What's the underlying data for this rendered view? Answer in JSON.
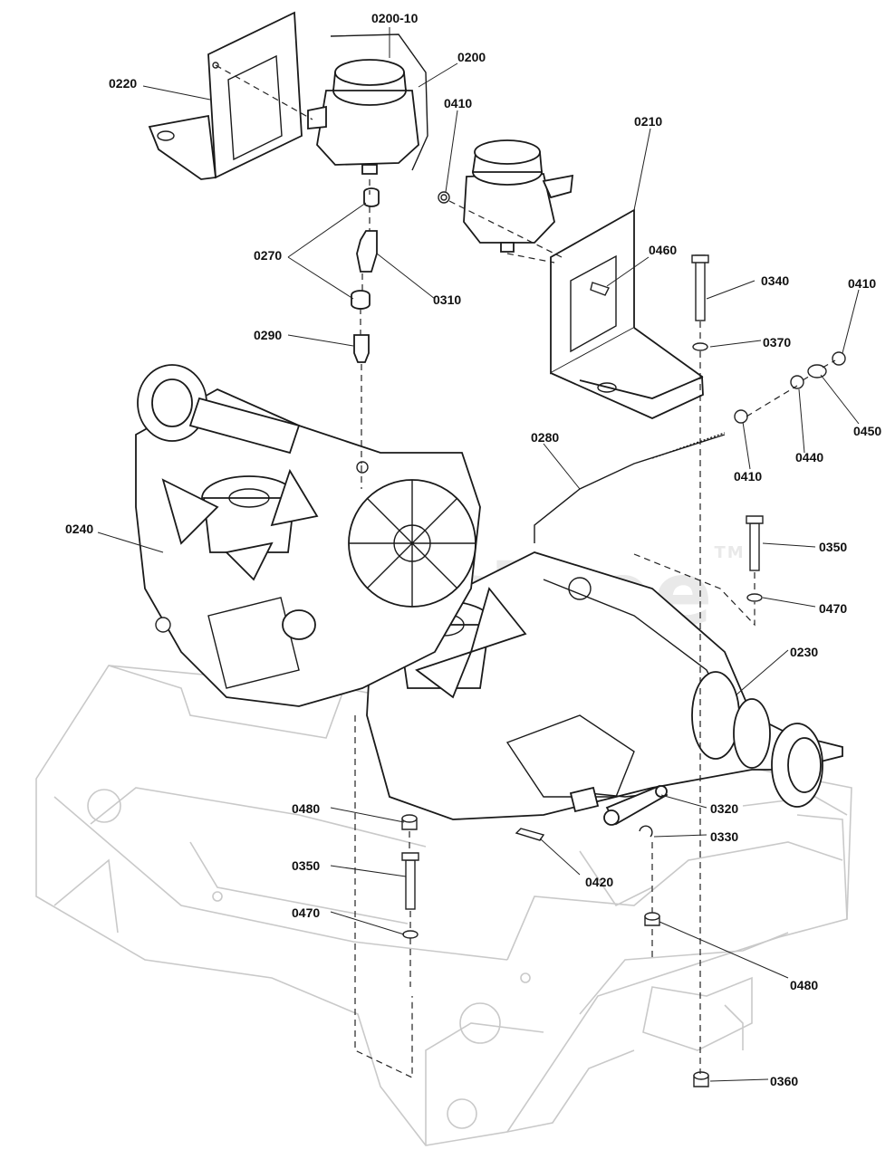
{
  "watermark": "PartsTree",
  "watermark_tm": "TM",
  "labels": {
    "l0200_10": "0200-10",
    "l0200": "0200",
    "l0220": "0220",
    "l0410_a": "0410",
    "l0210": "0210",
    "l0460": "0460",
    "l0270": "0270",
    "l0310": "0310",
    "l0290": "0290",
    "l0340": "0340",
    "l0410_b": "0410",
    "l0370": "0370",
    "l0450": "0450",
    "l0440": "0440",
    "l0410_c": "0410",
    "l0280": "0280",
    "l0240": "0240",
    "l0350_a": "0350",
    "l0470_a": "0470",
    "l0230": "0230",
    "l0320": "0320",
    "l0330": "0330",
    "l0480_a": "0480",
    "l0350_b": "0350",
    "l0470_b": "0470",
    "l0420": "0420",
    "l0480_b": "0480",
    "l0360": "0360"
  }
}
